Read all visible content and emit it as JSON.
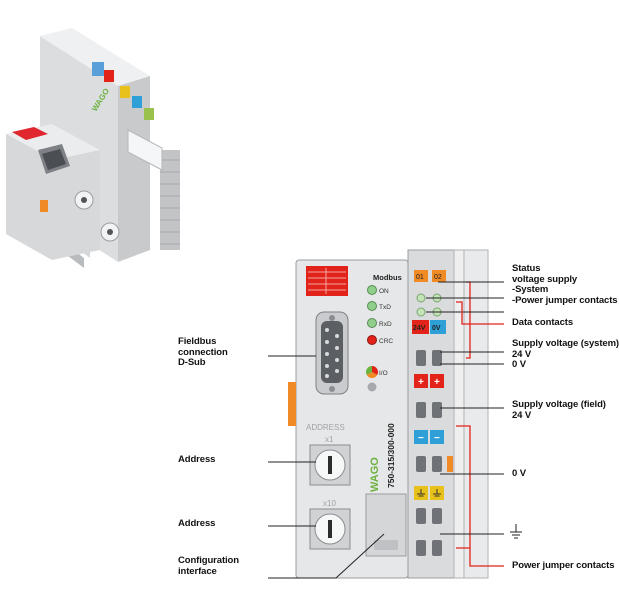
{
  "photo": {
    "side_text": "750-315/300-000",
    "brand": "WAGO"
  },
  "module": {
    "leds_title": "Modbus",
    "leds": [
      {
        "label": "ON",
        "color": "#8fcf8a"
      },
      {
        "label": "TxD",
        "color": "#8fcf8a"
      },
      {
        "label": "RxD",
        "color": "#8fcf8a"
      },
      {
        "label": "CRC",
        "color": "#e2231a"
      }
    ],
    "io_label": "I/O",
    "address_title": "ADDRESS",
    "x1": "x1",
    "x10": "x10",
    "part_number": "750-315/300-000",
    "brand": "WAGO",
    "terminal_01": "01",
    "terminal_02": "02",
    "terminal_24v": "24V",
    "terminal_0v": "0V",
    "plus": "+",
    "minus": "−"
  },
  "callouts": {
    "fieldbus": "Fieldbus\nconnection\nD-Sub",
    "address_1": "Address",
    "address_2": "Address",
    "config": "Configuration\ninterface",
    "status": "Status\nvoltage supply\n-System\n-Power jumper contacts",
    "data_contacts": "Data contacts",
    "supply_system": "Supply voltage (system)\n24 V\n0 V",
    "supply_field": "Supply voltage (field)\n24 V",
    "zero_v": "0 V",
    "power_jumper": "Power jumper contacts"
  },
  "colors": {
    "housing": "#e6e7e8",
    "accent_orange": "#f08a24",
    "status_red": "#e2231a",
    "terminal_blue": "#2f9fd8",
    "terminal_yellow": "#e8c21a",
    "brand_green": "#6db33f"
  }
}
